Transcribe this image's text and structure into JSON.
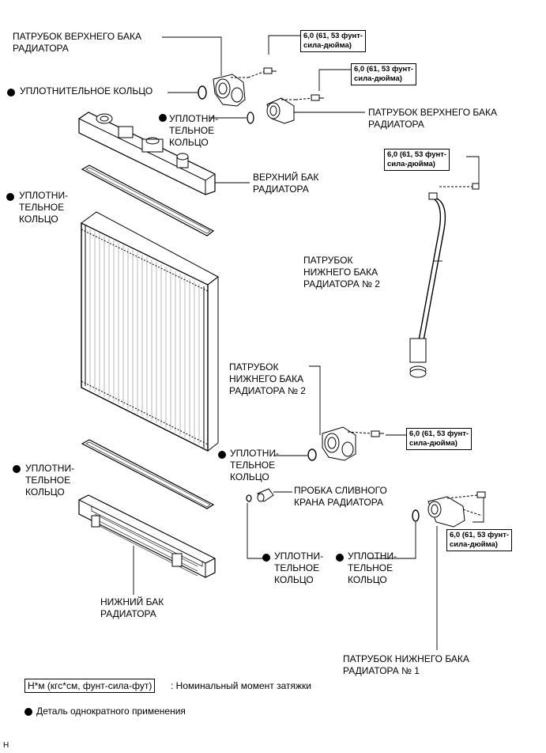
{
  "labels": {
    "upper_hose_upper_left": "ПАТРУБОК ВЕРХНЕГО БАКА\nРАДИАТОРА",
    "oring_top_left": "УПЛОТНИТЕЛЬНОЕ КОЛЬЦО",
    "oring_top_mid": "УПЛОТНИ-\nТЕЛЬНОЕ\nКОЛЬЦО",
    "upper_hose_right": "ПАТРУБОК ВЕРХНЕГО БАКА\nРАДИАТОРА",
    "upper_tank": "ВЕРХНИЙ БАК\nРАДИАТОРА",
    "gasket_upper_left": "УПЛОТНИ-\nТЕЛЬНОЕ\nКОЛЬЦО",
    "lower_pipe_no2": "ПАТРУБОК\nНИЖНЕГО БАКА\nРАДИАТОРА № 2",
    "lower_hose_no2": "ПАТРУБОК\nНИЖНЕГО БАКА\nРАДИАТОРА № 2",
    "oring_mid_right": "УПЛОТНИ-\nТЕЛЬНОЕ\nКОЛЬЦО",
    "gasket_lower_left": "УПЛОТНИ-\nТЕЛЬНОЕ\nКОЛЬЦО",
    "drain_plug": "ПРОБКА СЛИВНОГО\nКРАНА РАДИАТОРА",
    "oring_bottom_a": "УПЛОТНИ-\nТЕЛЬНОЕ\nКОЛЬЦО",
    "oring_bottom_b": "УПЛОТНИ-\nТЕЛЬНОЕ\nКОЛЬЦО",
    "lower_tank": "НИЖНИЙ БАК\nРАДИАТОРА",
    "lower_hose_no1": "ПАТРУБОК НИЖНЕГО БАКА\nРАДИАТОРА № 1"
  },
  "torque": {
    "t1": "6,0 (61, 53 фунт-\nсила-дюйма)",
    "t2": "6,0 (61, 53 фунт-\nсила-дюйма)",
    "t3": "6,0 (61, 53 фунт-\nсила-дюйма)",
    "t4": "6,0 (61, 53 фунт-\nсила-дюйма)",
    "t5": "6,0 (61, 53 фунт-\nсила-дюйма)"
  },
  "legend": {
    "torque_unit": "Н*м (кгс*см, фунт-сила-фут)",
    "torque_desc": ": Номинальный момент затяжки",
    "non_reusable": "Деталь однократного применения"
  },
  "footer_code": "Н"
}
